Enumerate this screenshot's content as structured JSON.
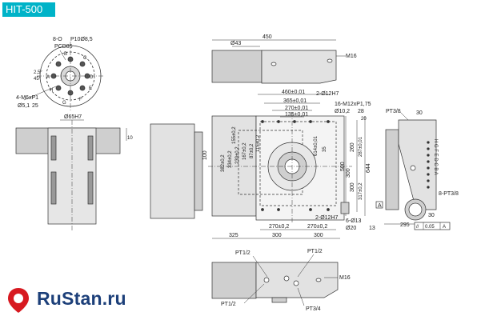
{
  "header": {
    "model": "HIT-500"
  },
  "brand": {
    "name": "RuStan.ru",
    "accent_color": "#d71920",
    "text_color": "#1c3f79"
  },
  "colors": {
    "line": "#333333",
    "fill": "#cfcfcf",
    "fill_light": "#e2e2e2",
    "badge": "#00b3c8"
  },
  "face_view": {
    "dims": [
      "8-O",
      "P10Ø8,5",
      "PCD85",
      "4-M6xP1",
      "Ø5,1",
      "25",
      "2,5°",
      "45°"
    ],
    "letters": [
      "A",
      "B",
      "C",
      "D",
      "E",
      "F",
      "G",
      "H"
    ]
  },
  "shaft_view": {
    "dims": [
      "Ø65H7",
      "10"
    ]
  },
  "top_view": {
    "dims": [
      "450",
      "Ø43",
      "M16"
    ]
  },
  "plan_view": {
    "dims_top": [
      "460±0,01",
      "365±0,01",
      "270±0,01",
      "135±0,01",
      "2-Ø12H7",
      "16-M12xP1,75",
      "Ø10,2",
      "28"
    ],
    "dims_bottom": [
      "270±0,2",
      "270±0,2",
      "2-Ø12H7",
      "6-Ø13",
      "Ø20",
      "13"
    ],
    "dims_base": [
      "325",
      "300",
      "300",
      "300",
      "295",
      "30"
    ],
    "dims_left": [
      "100",
      "382±0,2",
      "334±0,2",
      "239±0,2",
      "167±0,2",
      "87±0,2",
      "155±0,2",
      "115±0,2"
    ],
    "dims_right": [
      "260",
      "287±0,01",
      "300",
      "317±0,2",
      "500",
      "644",
      "20",
      "614±0,01",
      "35"
    ]
  },
  "side_view": {
    "dims": [
      "PT3/8",
      "30",
      "H G F E D C B A",
      "8-PT3/8",
      "30"
    ],
    "tolerance": {
      "symbol": "//",
      "value": "0.05",
      "datum": "A"
    }
  },
  "bottom_view": {
    "dims": [
      "PT1/2",
      "PT1/2",
      "PT1/2",
      "M16",
      "PT3/4"
    ]
  }
}
